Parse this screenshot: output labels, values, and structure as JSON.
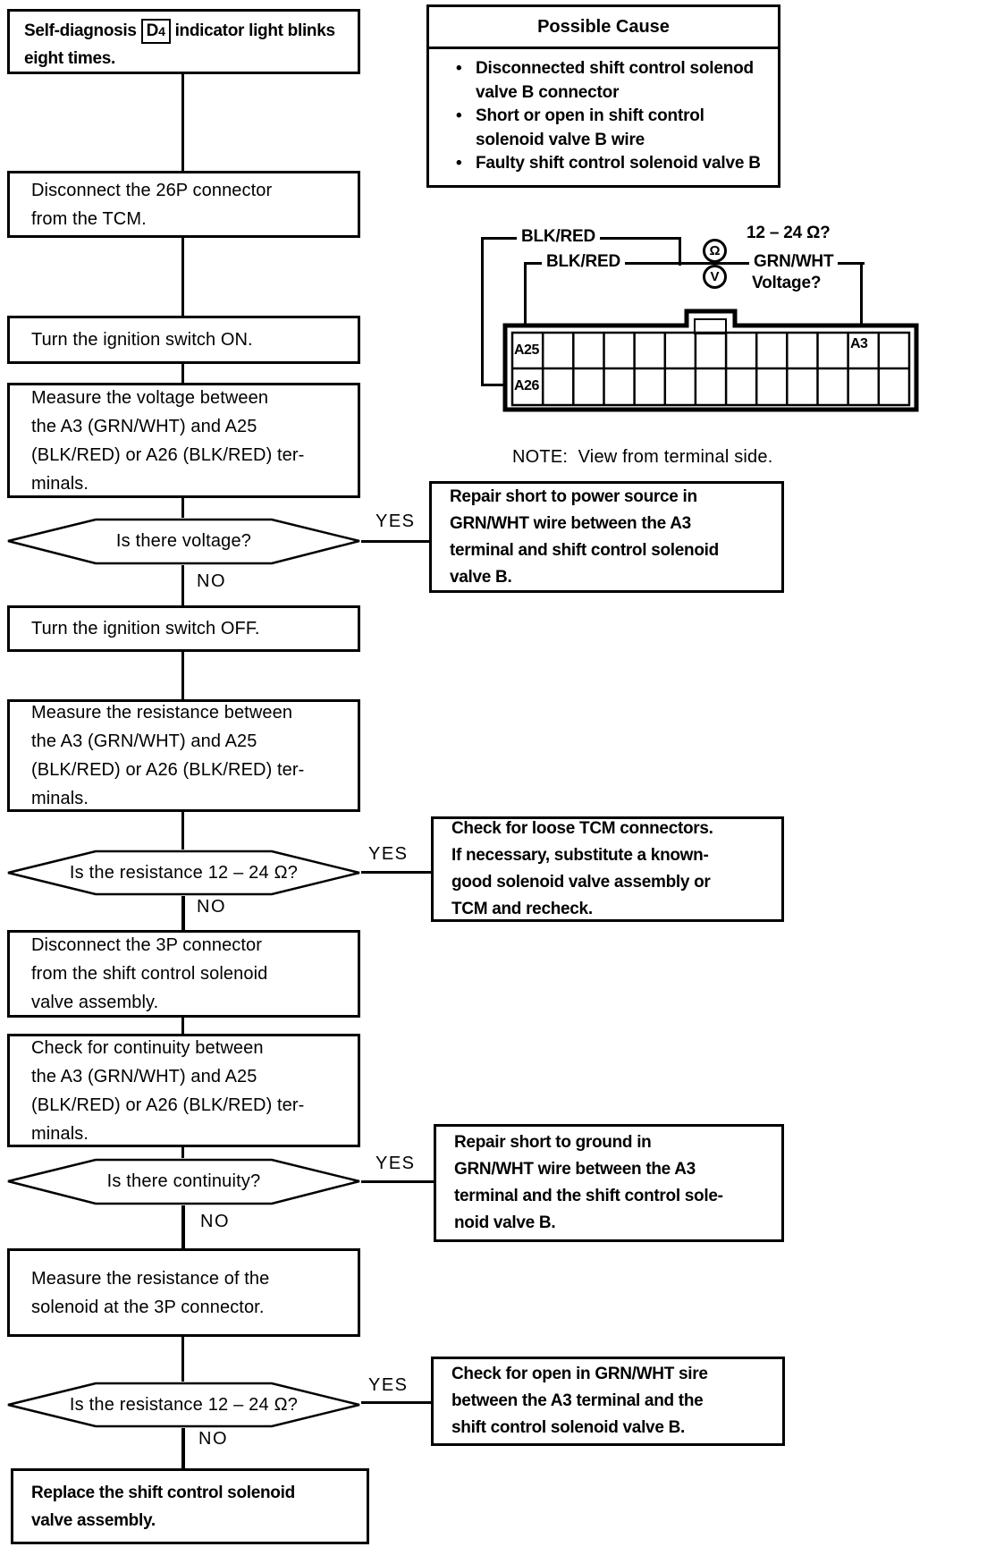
{
  "colors": {
    "ink": "#000000",
    "paper": "#ffffff"
  },
  "start_box": {
    "prefix": "Self-diagnosis",
    "code_main": "D",
    "code_sub": "4",
    "suffix": "indicator light blinks eight times."
  },
  "process": {
    "disconnect_26p": "Disconnect the 26P connector\nfrom the TCM.",
    "ignition_on": "Turn the ignition switch ON.",
    "measure_voltage": "Measure the voltage between\nthe A3 (GRN/WHT) and A25\n(BLK/RED) or A26 (BLK/RED) ter-\nminals.",
    "ignition_off": "Turn the ignition switch OFF.",
    "measure_resistance": "Measure the resistance between\nthe A3 (GRN/WHT) and A25\n(BLK/RED) or A26 (BLK/RED) ter-\nminals.",
    "disconnect_3p": "Disconnect the 3P connector\nfrom the shift control solenoid\nvalve assembly.",
    "check_continuity": "Check for continuity between\nthe A3 (GRN/WHT) and A25\n(BLK/RED) or A26 (BLK/RED) ter-\nminals.",
    "measure_solenoid": "Measure the resistance of the\nsolenoid at the 3P connector.",
    "replace_valve": "Replace the shift control solenoid\nvalve assembly."
  },
  "decisions": {
    "voltage": "Is there voltage?",
    "resistance_a": "Is the resistance 12 – 24 Ω?",
    "continuity": "Is there continuity?",
    "resistance_b": "Is the resistance 12 – 24 Ω?"
  },
  "labels": {
    "yes": "YES",
    "no": "NO"
  },
  "results": {
    "repair_power": "Repair short to power source in\nGRN/WHT wire between the A3\nterminal and shift control solenoid\nvalve B.",
    "loose_tcm": "Check for loose TCM connectors.\nIf necessary, substitute a known-\ngood solenoid valve assembly or\nTCM and recheck.",
    "repair_ground": "Repair short to ground in\nGRN/WHT wire between the A3\nterminal and the shift control sole-\nnoid valve B.",
    "check_open": "Check for open in GRN/WHT sire\nbetween the A3 terminal and the\nshift control solenoid valve B."
  },
  "possible_cause": {
    "title": "Possible Cause",
    "bullet": "•",
    "items": [
      "Disconnected shift control solenod valve B connector",
      "Short or open in shift control solenoid valve B wire",
      "Faulty shift control solenoid valve B"
    ]
  },
  "diagram": {
    "blk_red_1": "BLK/RED",
    "blk_red_2": "BLK/RED",
    "resistance_q": "12 – 24 Ω?",
    "grn_wht": "GRN/WHT",
    "voltage_q": "Voltage?",
    "ohm": "Ω",
    "volt": "V",
    "a25": "A25",
    "a26": "A26",
    "a3": "A3",
    "note": "NOTE:  View from terminal side."
  }
}
